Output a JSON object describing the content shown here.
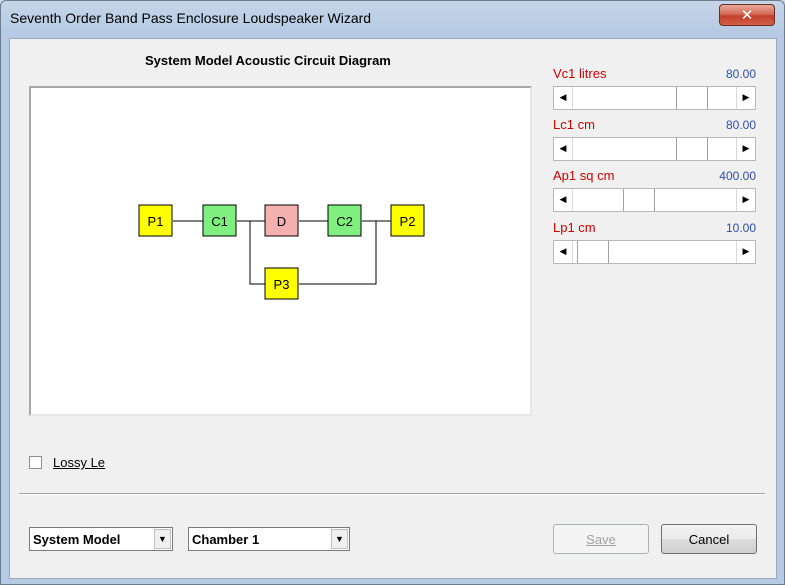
{
  "window": {
    "title": "Seventh Order Band Pass Enclosure Loudspeaker Wizard",
    "close_glyph": "✕"
  },
  "diagram": {
    "title": "System Model Acoustic Circuit Diagram",
    "nodes": [
      {
        "id": "P1",
        "label": "P1",
        "color": "#ffff00"
      },
      {
        "id": "C1",
        "label": "C1",
        "color": "#7fef7f"
      },
      {
        "id": "D",
        "label": "D",
        "color": "#f5b0b0"
      },
      {
        "id": "C2",
        "label": "C2",
        "color": "#7fef7f"
      },
      {
        "id": "P2",
        "label": "P2",
        "color": "#ffff00"
      },
      {
        "id": "P3",
        "label": "P3",
        "color": "#ffff00"
      }
    ]
  },
  "params": [
    {
      "label": "Vc1  litres",
      "value": "80.00",
      "position": 0.78
    },
    {
      "label": "Lc1  cm",
      "value": "80.00",
      "position": 0.78
    },
    {
      "label": "Ap1  sq cm",
      "value": "400.00",
      "position": 0.38
    },
    {
      "label": "Lp1  cm",
      "value": "10.00",
      "position": 0.04
    }
  ],
  "options": {
    "lossy_label": "Lossy Le",
    "lossy_checked": false
  },
  "footer": {
    "model_select": "System Model",
    "chamber_select": "Chamber 1",
    "save_label": "Save",
    "cancel_label": "Cancel"
  },
  "colors": {
    "param_label": "#cc0000",
    "param_value": "#2c4fb4"
  }
}
